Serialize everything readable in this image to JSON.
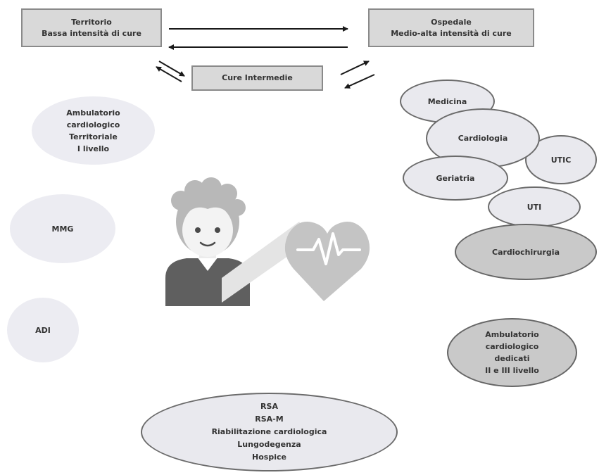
{
  "boxes": {
    "territorio": [
      "Territorio",
      "Bassa intensità di cure"
    ],
    "ospedale": [
      "Ospedale",
      "Medio-alta intensità di cure"
    ],
    "cure_intermedie": "Cure Intermedie"
  },
  "territory": {
    "ambulatorio": [
      "Ambulatorio",
      "cardiologico",
      "Territoriale",
      "I livello"
    ],
    "mmg": "MMG",
    "adi": "ADI"
  },
  "hospital": {
    "medicina": "Medicina",
    "cardiologia": "Cardiologia",
    "utic": "UTIC",
    "geriatria": "Geriatria",
    "uti": "UTI",
    "cardiochirurgia": "Cardiochirurgia",
    "ambulatorio": [
      "Ambulatorio",
      "cardiologico",
      "dedicati",
      "II e III livello"
    ]
  },
  "intermediate": [
    "RSA",
    "RSA-M",
    "Riabilitazione cardiologica",
    "Lungodegenza",
    "Hospice"
  ],
  "colors": {
    "box": "#d9d9d9",
    "light_oval": "#ececf2",
    "dark_oval": "#c9c9c9",
    "figure": "#bdbdbd"
  },
  "icons": [
    "patient-icon",
    "heart-pulse-icon"
  ]
}
